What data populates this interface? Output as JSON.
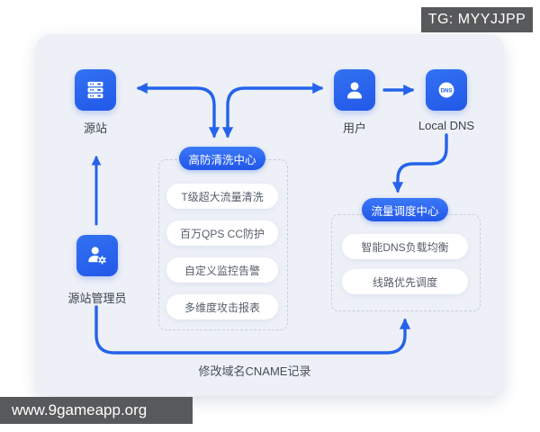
{
  "badges": {
    "tg": "TG: MYYJJPP",
    "watermark": "www.9gameapp.org"
  },
  "nodes": {
    "origin": {
      "label": "源站",
      "icon": "server-icon"
    },
    "user": {
      "label": "用户",
      "icon": "user-icon"
    },
    "local_dns": {
      "label": "Local DNS",
      "icon": "dns-globe-icon",
      "icon_text": "DNS"
    },
    "admin": {
      "label": "源站管理员",
      "icon": "user-gear-icon"
    }
  },
  "groups": [
    {
      "title": "高防清洗中心",
      "items": [
        "T级超大流量清洗",
        "百万QPS CC防护",
        "自定义监控告警",
        "多维度攻击报表"
      ]
    },
    {
      "title": "流量调度中心",
      "items": [
        "智能DNS负载均衡",
        "线路优先调度"
      ]
    }
  ],
  "annotations": {
    "cname": "修改域名CNAME记录"
  },
  "colors": {
    "accent_blue": "#2563eb",
    "card_background": "#edf0f7",
    "badge_background": "#58595b",
    "dashed_border": "#c7cedd"
  }
}
